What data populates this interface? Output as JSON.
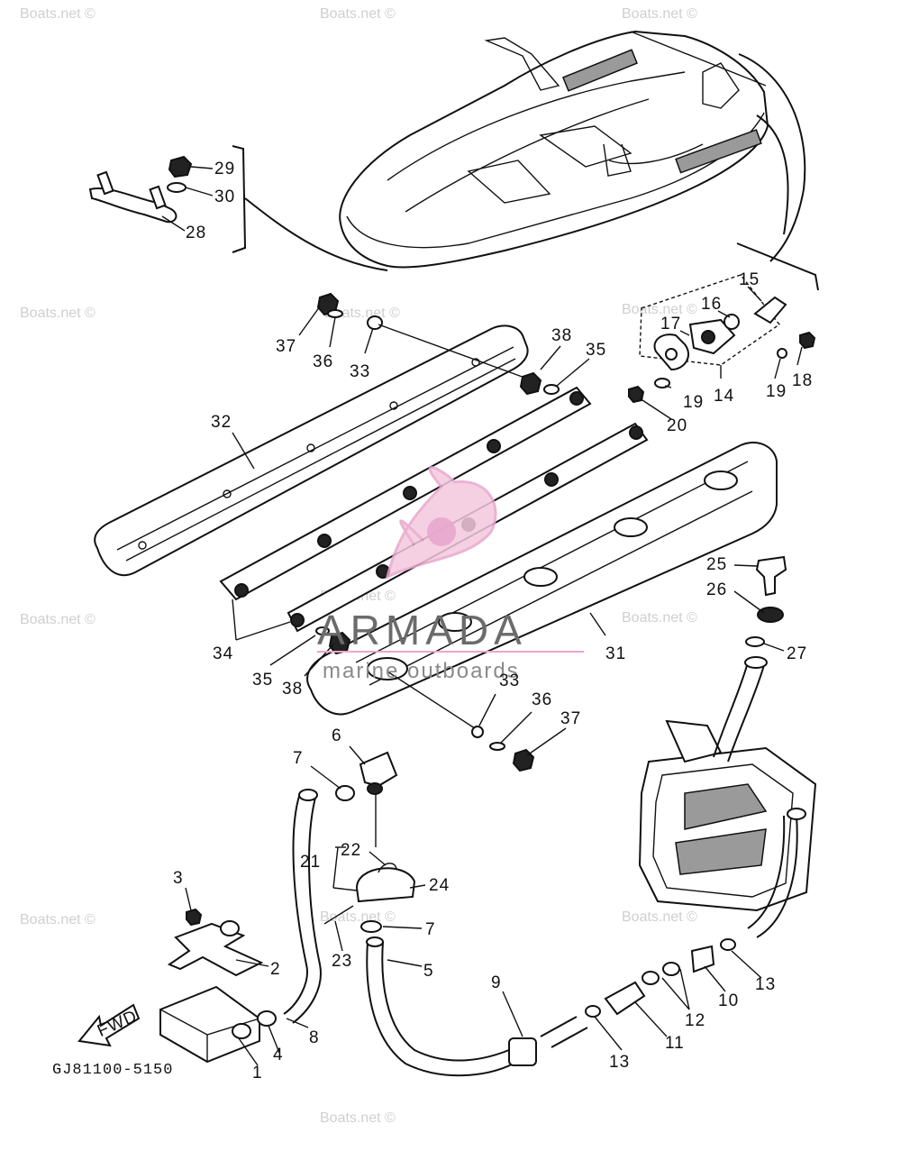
{
  "diagram": {
    "code": "GJ81100-5150",
    "fwd_label": "FWD",
    "watermarks": [
      "Boats.net ©",
      "Boats.net ©",
      "Boats.net ©",
      "Boats.net ©",
      "Boats.net ©",
      "Boats.net ©",
      "Boats.net ©",
      "Boats.net ©",
      "Boats.net ©",
      "Boats.net ©",
      "Boats.net ©",
      "Boats.net ©",
      "Boats.net ©"
    ],
    "brand": {
      "name": "ARMADA",
      "tagline": "marine outboards",
      "color": "#e8a6cc"
    },
    "callouts": [
      "29",
      "30",
      "28",
      "37",
      "36",
      "33",
      "38",
      "35",
      "32",
      "15",
      "16",
      "17",
      "18",
      "19",
      "19",
      "14",
      "20",
      "25",
      "26",
      "27",
      "31",
      "34",
      "35",
      "38",
      "33",
      "36",
      "37",
      "6",
      "7",
      "22",
      "21",
      "24",
      "3",
      "7",
      "23",
      "5",
      "2",
      "9",
      "13",
      "10",
      "12",
      "11",
      "13",
      "8",
      "4",
      "1"
    ]
  }
}
